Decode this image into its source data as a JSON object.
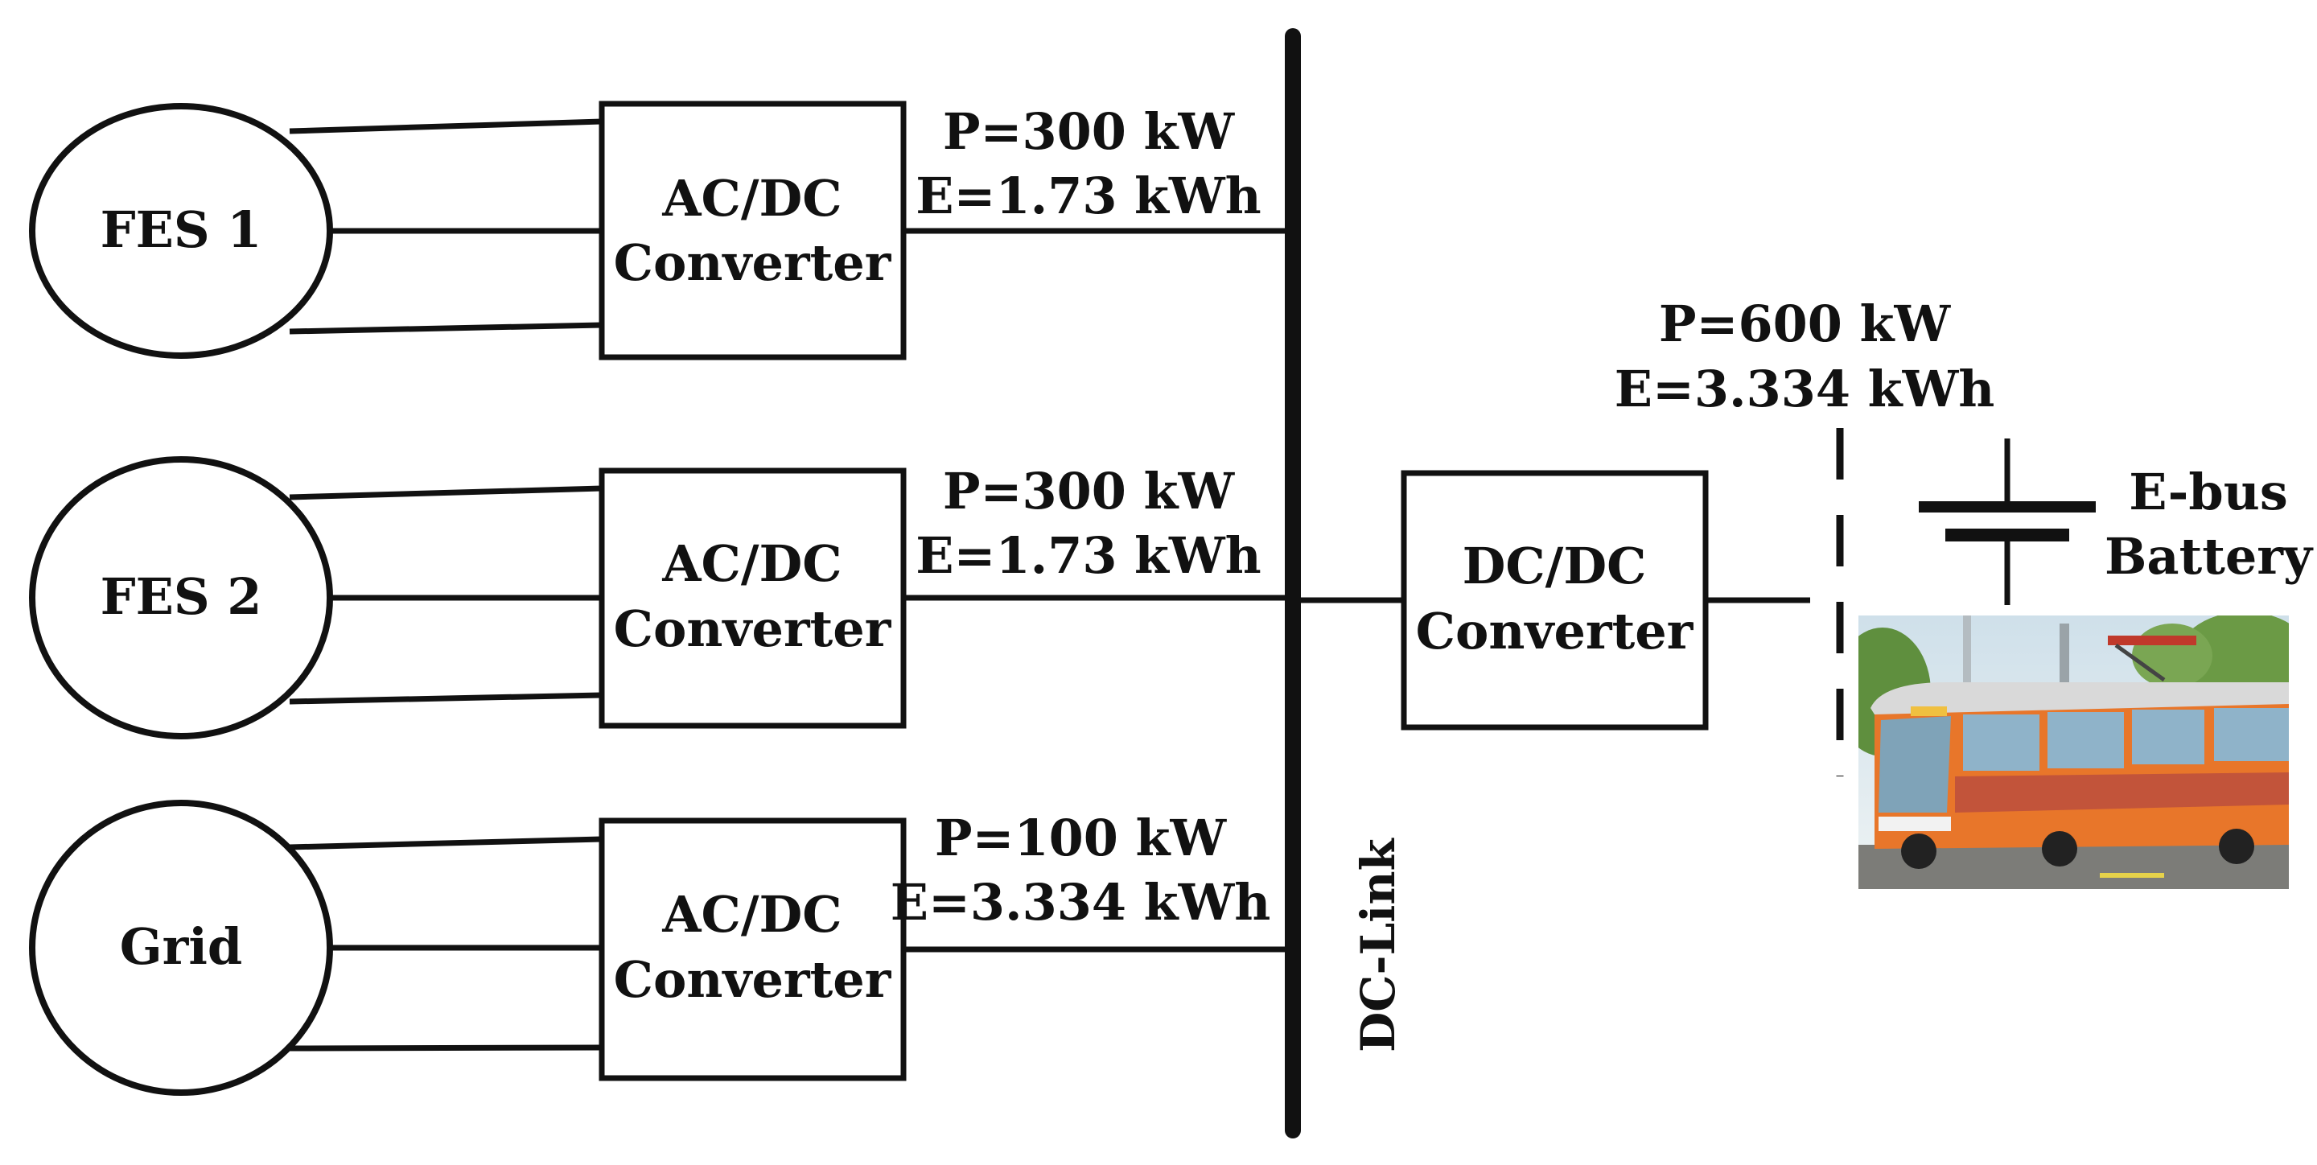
{
  "sources": [
    {
      "label": "FES 1",
      "converter": [
        "AC/DC",
        "Converter"
      ],
      "power": "P=300 kW",
      "energy": "E=1.73 kWh"
    },
    {
      "label": "FES 2",
      "converter": [
        "AC/DC",
        "Converter"
      ],
      "power": "P=300 kW",
      "energy": "E=1.73 kWh"
    },
    {
      "label": "Grid",
      "converter": [
        "AC/DC",
        "Converter"
      ],
      "power": "P=100 kW",
      "energy": "E=3.334 kWh"
    }
  ],
  "dc_link": {
    "label": "DC-Link"
  },
  "load": {
    "converter": [
      "DC/DC",
      "Converter"
    ],
    "power": "P=600 kW",
    "energy": "E=3.334 kWh",
    "battery_label": [
      "E-bus",
      "Battery"
    ],
    "photo": "electric-bus-photo",
    "bus_livery_colors": [
      "#e8762a",
      "#d9d9d9",
      "#8fb3c9"
    ]
  }
}
